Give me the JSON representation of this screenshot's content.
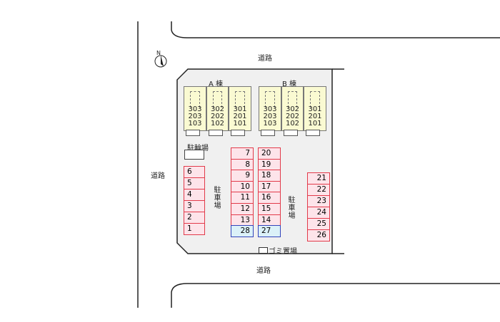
{
  "labels": {
    "road_top": "道路",
    "road_left": "道路",
    "road_bottom": "道路",
    "bike_parking": "駐輪場",
    "parking_left": "駐車場",
    "parking_right": "駐車場",
    "garbage": "ゴミ置場",
    "building_a": "A 棟",
    "building_b": "B 棟",
    "north": "N"
  },
  "buildings": [
    {
      "units": [
        [
          "303",
          "203",
          "103"
        ],
        [
          "302",
          "202",
          "102"
        ],
        [
          "301",
          "201",
          "101"
        ]
      ]
    },
    {
      "units": [
        [
          "303",
          "203",
          "103"
        ],
        [
          "302",
          "202",
          "102"
        ],
        [
          "301",
          "201",
          "101"
        ]
      ]
    }
  ],
  "parking": {
    "left": [
      "6",
      "5",
      "4",
      "3",
      "2",
      "1"
    ],
    "mid1": [
      "7",
      "8",
      "9",
      "10",
      "11",
      "12",
      "13",
      "28"
    ],
    "mid2": [
      "20",
      "19",
      "18",
      "17",
      "16",
      "15",
      "14",
      "27"
    ],
    "right": [
      "21",
      "22",
      "23",
      "24",
      "25",
      "26"
    ]
  },
  "colors": {
    "space": "#fde4ea",
    "space_border": "#e23a4a",
    "special": "#dbf1f8",
    "special_border": "#3344bb",
    "building": "#fafad2",
    "lot": "#f0f0f0"
  }
}
